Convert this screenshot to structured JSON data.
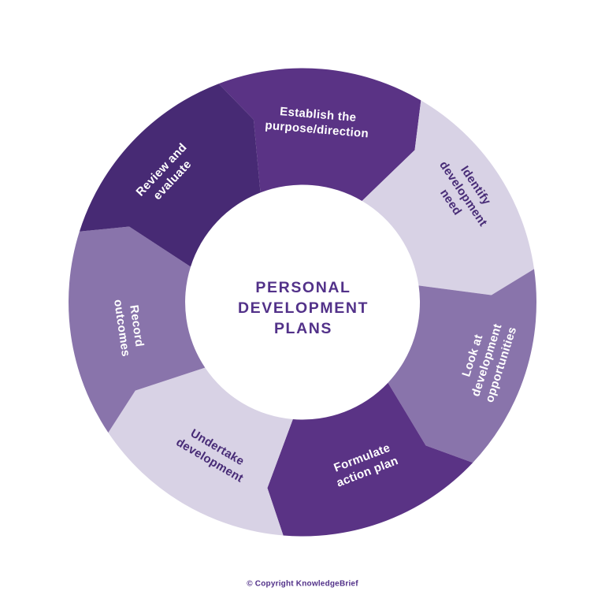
{
  "diagram": {
    "center_title": "PERSONAL\nDEVELOPMENT\nPLANS",
    "footer": "© Copyright KnowledgeBrief",
    "title_color": "#523189",
    "footer_color": "#523189",
    "segments": [
      {
        "id": "establish",
        "label": "Establish the\npurpose/direction",
        "color": "#5a3385",
        "text_color": "#ffffff"
      },
      {
        "id": "identify",
        "label": "Identify\ndevelopment\nneed",
        "color": "#d8d2e5",
        "text_color": "#472b76"
      },
      {
        "id": "look",
        "label": "Look at\ndevelopment\nopportunities",
        "color": "#8974ab",
        "text_color": "#ffffff"
      },
      {
        "id": "formulate",
        "label": "Formulate\naction plan",
        "color": "#5a3385",
        "text_color": "#ffffff"
      },
      {
        "id": "undertake",
        "label": "Undertake\ndevelopment",
        "color": "#d8d2e5",
        "text_color": "#472b76"
      },
      {
        "id": "record",
        "label": "Record\noutcomes",
        "color": "#8974ab",
        "text_color": "#ffffff"
      },
      {
        "id": "review",
        "label": "Review and\nevaluate",
        "color": "#472a74",
        "text_color": "#ffffff"
      }
    ]
  }
}
